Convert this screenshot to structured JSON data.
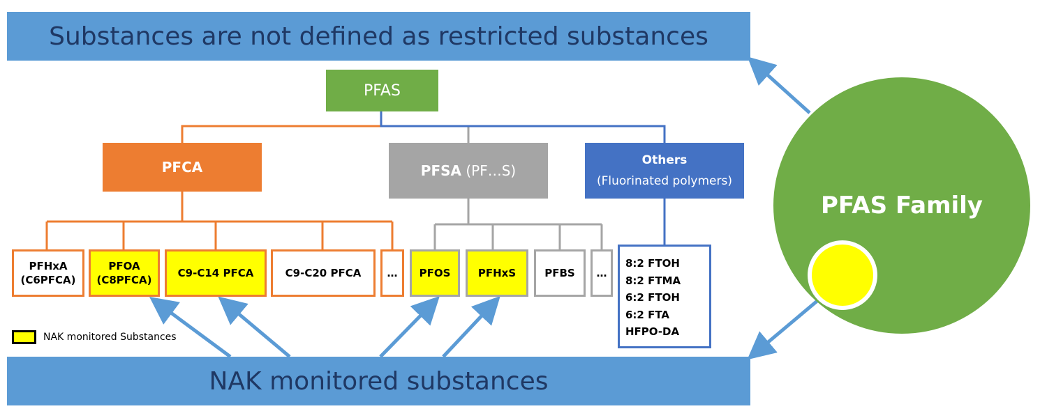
{
  "banner_top": "Substances are not defined as restricted substances",
  "banner_bottom": "NAK monitored substances",
  "root": "PFAS",
  "pfca": "PFCA",
  "pfsa": {
    "bold": "PFSA",
    "rest": " (PF…S)"
  },
  "others": {
    "line1": "Others",
    "line2": "(Fluorinated polymers)"
  },
  "pfca_children": [
    {
      "line1": "PFHxA",
      "line2": "(C6PFCA)",
      "monitored": false
    },
    {
      "line1": "PFOA",
      "line2": "(C8PFCA)",
      "monitored": true
    },
    {
      "line1": "C9-C14 PFCA",
      "monitored": true
    },
    {
      "line1": "C9-C20 PFCA",
      "monitored": false
    },
    {
      "line1": "…",
      "monitored": false
    }
  ],
  "pfsa_children": [
    {
      "line1": "PFOS",
      "monitored": true
    },
    {
      "line1": "PFHxS",
      "monitored": true
    },
    {
      "line1": "PFBS",
      "monitored": false
    },
    {
      "line1": "…",
      "monitored": false
    }
  ],
  "others_list": [
    "8:2 FTOH",
    "8:2 FTMA",
    "6:2 FTOH",
    "6:2 FTA",
    "HFPO-DA"
  ],
  "family_label": "PFAS Family",
  "legend_label": "NAK monitored Substances",
  "colors": {
    "banner": "#5b9bd5",
    "banner_text": "#1f3864",
    "pfas": "#70ad47",
    "pfca": "#ed7d31",
    "pfsa": "#a5a5a5",
    "others": "#4472c4",
    "monitored": "#ffff00",
    "arrow": "#5b9bd5"
  }
}
